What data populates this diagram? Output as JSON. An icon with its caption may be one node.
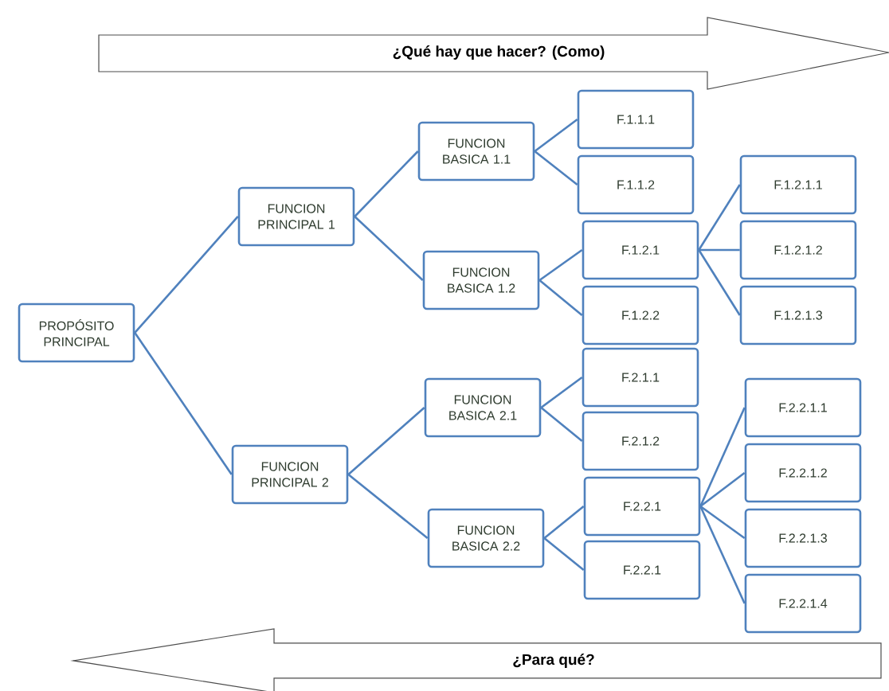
{
  "diagram": {
    "nodes": [
      {
        "text": [
          "¿Qué hay que hacer? (Como)"
        ]
      },
      {
        "text": [
          "PROPÓSITO PRINCIPAL"
        ]
      },
      {
        "text": [
          "FUNCION PRINCIPAL 1"
        ]
      },
      {
        "text": [
          "FUNCION BASICA 1.1"
        ]
      },
      {
        "text": [
          "F.1.1.1"
        ]
      },
      {
        "text": [
          "F.1.1.2"
        ]
      },
      {
        "text": [
          "FUNCION BASICA 1.2"
        ]
      },
      {
        "text": [
          "F.1.2.1"
        ]
      },
      {
        "text": [
          "F.1.2.1.1"
        ]
      },
      {
        "text": [
          "F.1.2.1.2"
        ]
      },
      {
        "text": [
          "F.1.2.1.3"
        ]
      },
      {
        "text": [
          "F.1.2.2"
        ]
      },
      {
        "text": [
          "FUNCION PRINCIPAL 2"
        ]
      },
      {
        "text": [
          "FUNCION BASICA 2.1"
        ]
      },
      {
        "text": [
          "F.2.1.1"
        ]
      },
      {
        "text": [
          "F.2.1.2"
        ]
      },
      {
        "text": [
          "FUNCION BASICA 2.2"
        ]
      },
      {
        "text": [
          "F.2.2.1"
        ]
      },
      {
        "text": [
          "F.2.2.1.1"
        ]
      },
      {
        "text": [
          "F.2.2.1.2"
        ]
      },
      {
        "text": [
          "F.2.2.1.3"
        ]
      },
      {
        "text": [
          "F.2.2.1.4"
        ]
      },
      {
        "text": [
          "F.2.2.1"
        ]
      },
      {
        "text": [
          "¿Para qué?"
        ]
      }
    ],
    "edges": [
      {
        "from": 1,
        "to": 2,
        "arrow": "none"
      },
      {
        "from": 1,
        "to": 12,
        "arrow": "none"
      },
      {
        "from": 2,
        "to": 3,
        "arrow": "none"
      },
      {
        "from": 2,
        "to": 6,
        "arrow": "none"
      },
      {
        "from": 3,
        "to": 4,
        "arrow": "none"
      },
      {
        "from": 3,
        "to": 5,
        "arrow": "none"
      },
      {
        "from": 6,
        "to": 7,
        "arrow": "none"
      },
      {
        "from": 6,
        "to": 11,
        "arrow": "none"
      },
      {
        "from": 7,
        "to": 8,
        "arrow": "none"
      },
      {
        "from": 7,
        "to": 9,
        "arrow": "none"
      },
      {
        "from": 7,
        "to": 10,
        "arrow": "none"
      },
      {
        "from": 12,
        "to": 13,
        "arrow": "none"
      },
      {
        "from": 12,
        "to": 16,
        "arrow": "none"
      },
      {
        "from": 13,
        "to": 14,
        "arrow": "none"
      },
      {
        "from": 13,
        "to": 15,
        "arrow": "none"
      },
      {
        "from": 16,
        "to": 17,
        "arrow": "none"
      },
      {
        "from": 16,
        "to": 22,
        "arrow": "none"
      },
      {
        "from": 17,
        "to": 18,
        "arrow": "none"
      },
      {
        "from": 17,
        "to": 19,
        "arrow": "none"
      },
      {
        "from": 17,
        "to": 20,
        "arrow": "none"
      },
      {
        "from": 17,
        "to": 21,
        "arrow": "none"
      }
    ]
  }
}
